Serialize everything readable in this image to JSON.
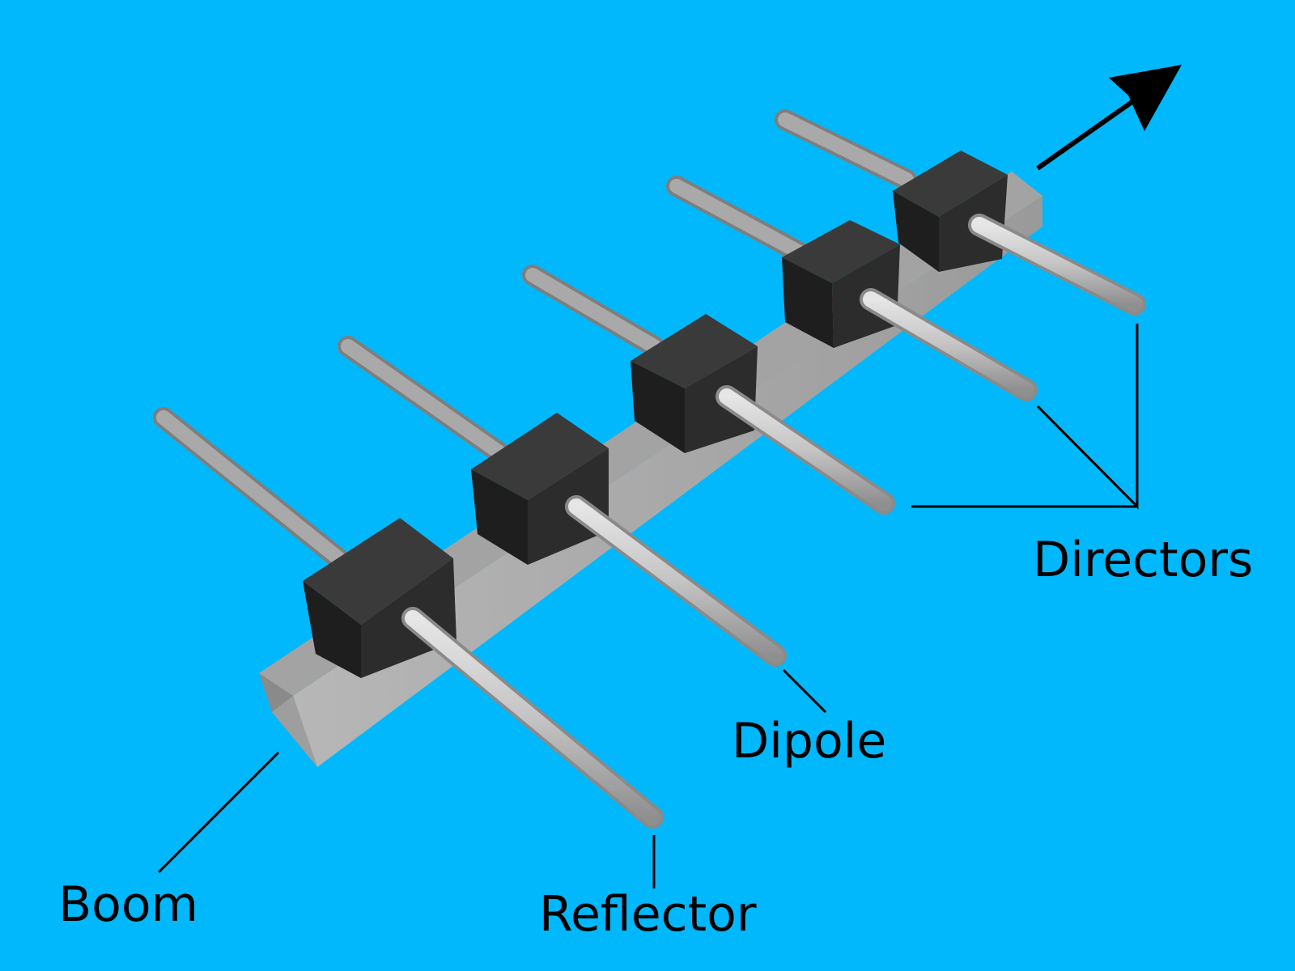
{
  "colors": {
    "background": "#00B8FB",
    "element_block": "#2E2E2E",
    "rod": "#C8C8C8",
    "boom": "#BDBDBD",
    "arrow": "#000000"
  },
  "labels": {
    "directors": "Directors",
    "dipole": "Dipole",
    "boom": "Boom",
    "reflector": "Reflector"
  },
  "icons": {
    "direction": "arrow-up-right-icon"
  }
}
